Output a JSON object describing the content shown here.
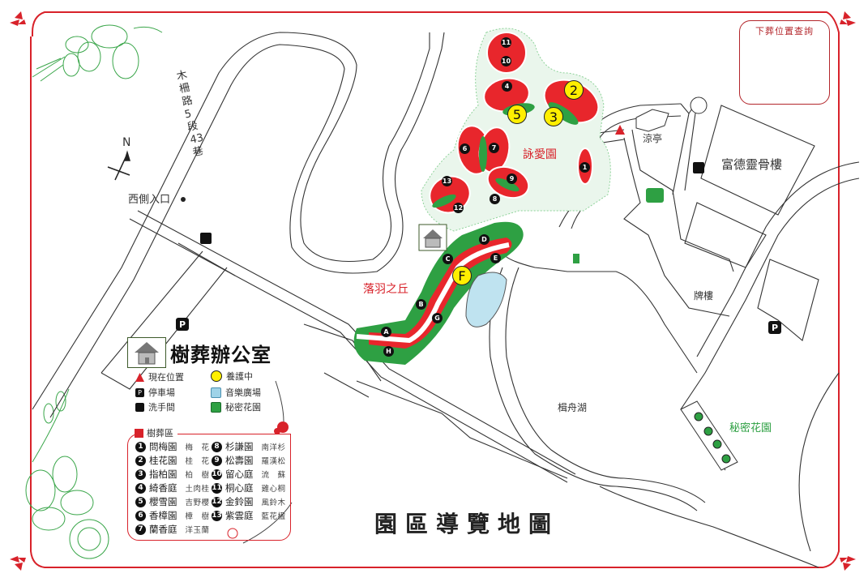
{
  "qr": {
    "title": "下葬位置查詢"
  },
  "map_title": "園區導覽地圖",
  "office": {
    "title": "樹葬辦公室",
    "icon": "house-icon"
  },
  "labels": {
    "road": "木柵路5段43巷",
    "north": "N",
    "west_entrance": "西側入口",
    "yongai_garden": "詠愛園",
    "luoyu_hill": "落羽之丘",
    "pavilion": "涼亭",
    "fude_building": "富德靈骨樓",
    "archway": "牌樓",
    "lake": "楫舟湖",
    "secret_garden": "秘密花園"
  },
  "legend": {
    "items": [
      {
        "icon": "current-location-icon",
        "label": "現在位置",
        "color": "#d8222a"
      },
      {
        "icon": "parking-icon",
        "label": "停車場",
        "color": "#111111"
      },
      {
        "icon": "restroom-icon",
        "label": "洗手間",
        "color": "#111111"
      },
      {
        "icon": "maintenance-icon",
        "label": "養護中",
        "color": "#ffef00"
      },
      {
        "icon": "music-plaza-icon",
        "label": "音樂廣場",
        "color": "#9fd3e8"
      },
      {
        "icon": "secret-garden-icon",
        "label": "秘密花園",
        "color": "#2ea043"
      }
    ]
  },
  "burial_areas": {
    "title": "樹葬區",
    "items": [
      {
        "num": "1",
        "name": "問梅園",
        "tree": "梅　花"
      },
      {
        "num": "2",
        "name": "桂花園",
        "tree": "桂　花"
      },
      {
        "num": "3",
        "name": "指柏園",
        "tree": "柏　樹"
      },
      {
        "num": "4",
        "name": "綺香庭",
        "tree": "土肉桂"
      },
      {
        "num": "5",
        "name": "櫻雪園",
        "tree": "吉野櫻"
      },
      {
        "num": "6",
        "name": "香樟園",
        "tree": "樟　樹"
      },
      {
        "num": "7",
        "name": "蘭香庭",
        "tree": "洋玉蘭"
      },
      {
        "num": "8",
        "name": "杉謙園",
        "tree": "南洋杉"
      },
      {
        "num": "9",
        "name": "松壽園",
        "tree": "羅漢松"
      },
      {
        "num": "10",
        "name": "留心庭",
        "tree": "流　蘇"
      },
      {
        "num": "11",
        "name": "桐心庭",
        "tree": "雞心桐"
      },
      {
        "num": "12",
        "name": "金鈴園",
        "tree": "風鈴木"
      },
      {
        "num": "13",
        "name": "紫雲庭",
        "tree": "藍花楹"
      }
    ]
  },
  "plots_numbered": [
    "1",
    "2",
    "3",
    "4",
    "5",
    "6",
    "7",
    "8",
    "9",
    "10",
    "11",
    "12",
    "13"
  ],
  "plots_maintenance": [
    "2",
    "3",
    "5",
    "F"
  ],
  "plots_lettered": [
    "A",
    "B",
    "C",
    "D",
    "E",
    "F",
    "G",
    "H"
  ],
  "colors": {
    "frame": "#d8222a",
    "garden_red": "#e8262c",
    "garden_green": "#2ea043",
    "maintenance": "#ffef00",
    "plaza": "#9fd3e8"
  }
}
